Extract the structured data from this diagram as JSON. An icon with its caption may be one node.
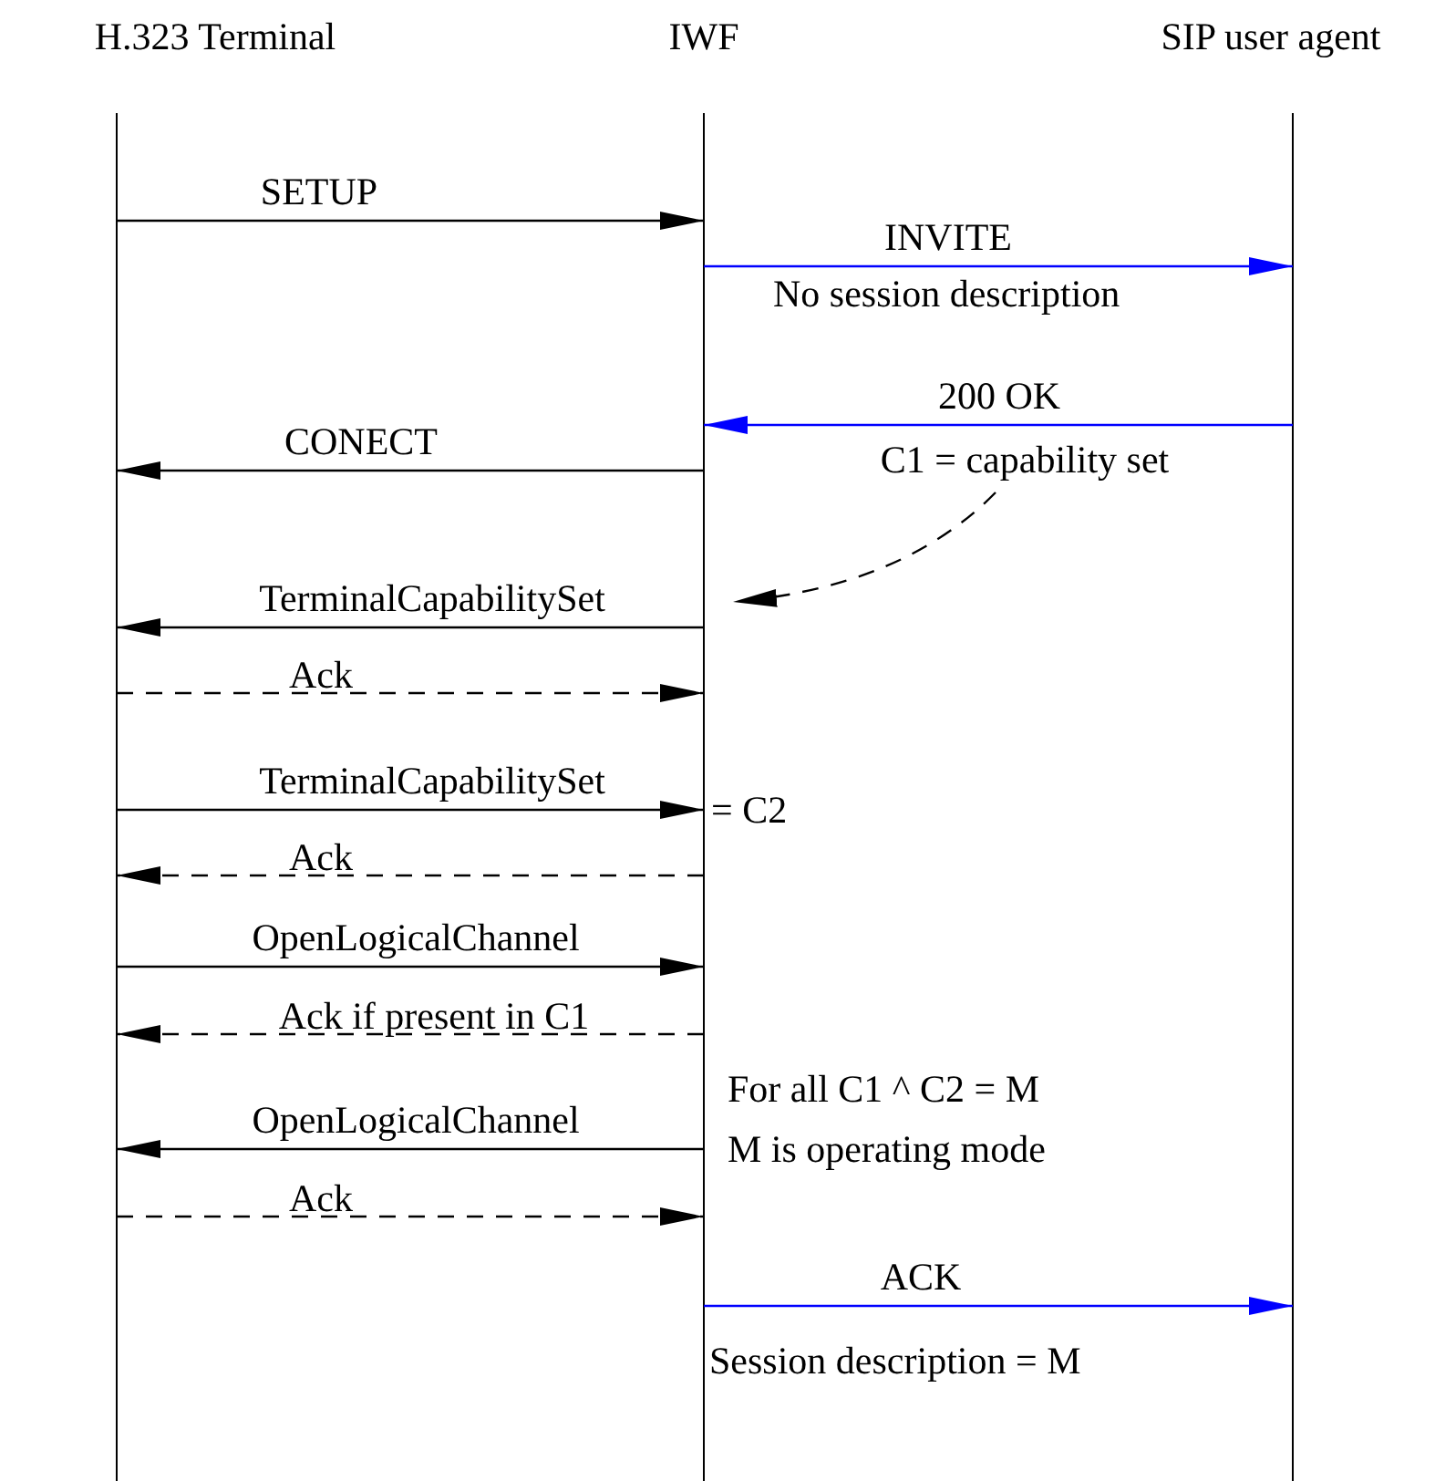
{
  "diagram": {
    "nodes": [
      {
        "text": [
          "H.323 Terminal"
        ]
      },
      {
        "text": [
          "IWF"
        ]
      },
      {
        "text": [
          "SIP user agent"
        ]
      },
      {
        "text": [
          "C1 = capability set"
        ]
      }
    ],
    "edges": [
      {
        "from": 0,
        "to": 1,
        "arrow": "to",
        "label": "SETUP"
      },
      {
        "from": 1,
        "to": 2,
        "arrow": "to",
        "label": "INVITE",
        "color": "#0000ff"
      },
      {
        "from": 2,
        "to": 1,
        "arrow": "to",
        "label": "200 OK",
        "color": "#0000ff"
      },
      {
        "from": 1,
        "to": 0,
        "arrow": "to",
        "label": "CONECT"
      },
      {
        "from": 3,
        "to": 1,
        "arrow": "to",
        "style": "dashed"
      },
      {
        "from": 1,
        "to": 0,
        "arrow": "to",
        "label": "TerminalCapabilitySet"
      },
      {
        "from": 0,
        "to": 1,
        "arrow": "to",
        "label": "Ack",
        "style": "dashed"
      },
      {
        "from": 0,
        "to": 1,
        "arrow": "to",
        "label": "TerminalCapabilitySet"
      },
      {
        "from": 1,
        "to": 0,
        "arrow": "to",
        "label": "Ack",
        "style": "dashed"
      },
      {
        "from": 0,
        "to": 1,
        "arrow": "to",
        "label": "OpenLogicalChannel"
      },
      {
        "from": 1,
        "to": 0,
        "arrow": "to",
        "label": "Ack if present in C1",
        "style": "dashed"
      },
      {
        "from": 1,
        "to": 0,
        "arrow": "to",
        "label": "OpenLogicalChannel"
      },
      {
        "from": 0,
        "to": 1,
        "arrow": "to",
        "label": "Ack",
        "style": "dashed"
      },
      {
        "from": 1,
        "to": 2,
        "arrow": "to",
        "label": "ACK",
        "color": "#0000ff"
      }
    ],
    "labels": [
      "No session description",
      "= C2",
      "For all C1 ^ C2 = M",
      "M is operating mode",
      "Session description = M"
    ]
  }
}
